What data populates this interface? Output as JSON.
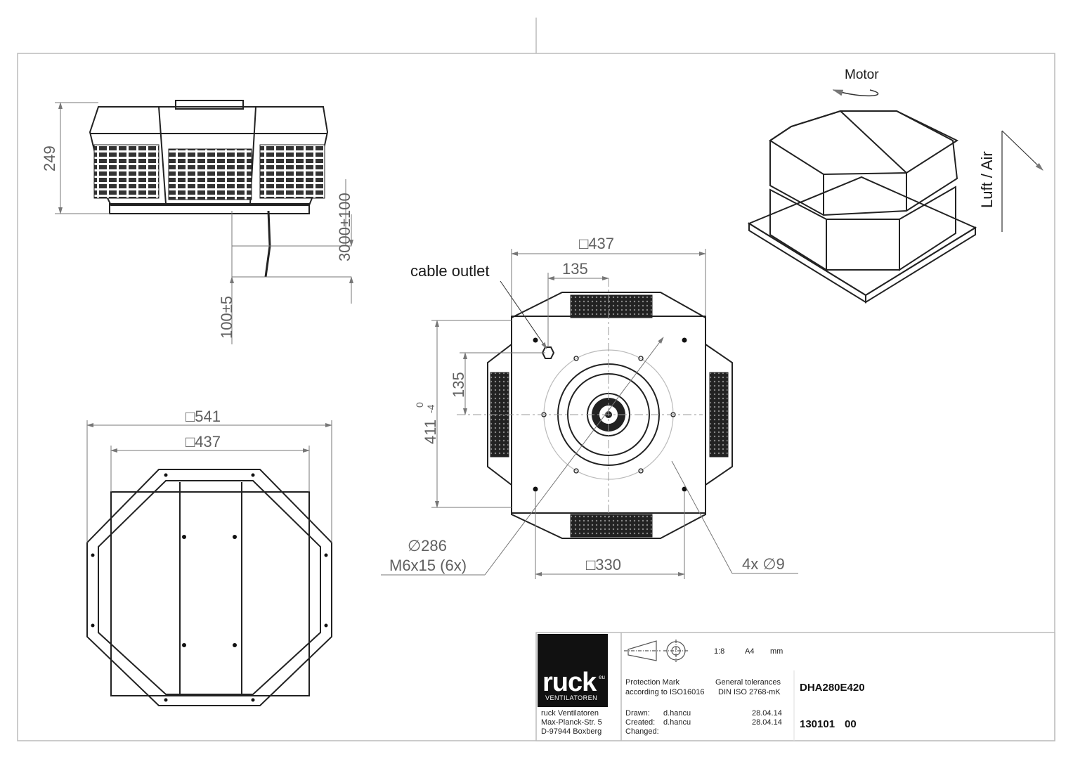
{
  "side_view": {
    "height_dim": "249",
    "cable_dim": "3000±100",
    "strip_dim": "100±5"
  },
  "top_view": {
    "outer_dim": "□541",
    "inner_dim": "□437"
  },
  "base_view": {
    "top_dim": "□437",
    "spacing_dim": "135",
    "side_spacing_dim": "135",
    "height_dim": "411",
    "tol_upper": "0",
    "tol_lower": "-4",
    "cable_label": "cable outlet",
    "circle_dim": "∅286",
    "thread_label": "M6x15 (6x)",
    "bottom_dim": "□330",
    "holes_label": "4x ∅9"
  },
  "iso_view": {
    "motor_label": "Motor",
    "air_label": "Luft / Air"
  },
  "title_block": {
    "logo_word": "ruck",
    "logo_sup": "eu",
    "logo_sub": "VENTILATOREN",
    "company_name": "ruck Ventilatoren",
    "company_street": "Max-Planck-Str. 5",
    "company_city": "D-97944 Boxberg",
    "scale": "1:8",
    "paper": "A4",
    "unit": "mm",
    "protection_line1": "Protection Mark",
    "protection_line2": "according to ISO16016",
    "tolerance_line1": "General tolerances",
    "tolerance_line2": "DIN ISO 2768-mK",
    "product": "DHA280E420",
    "drawn_label": "Drawn:",
    "drawn_by": "d.hancu",
    "drawn_date": "28.04.14",
    "created_label": "Created:",
    "created_by": "d.hancu",
    "created_date": "28.04.14",
    "changed_label": "Changed:",
    "drawing_no": "130101",
    "revision": "00"
  }
}
